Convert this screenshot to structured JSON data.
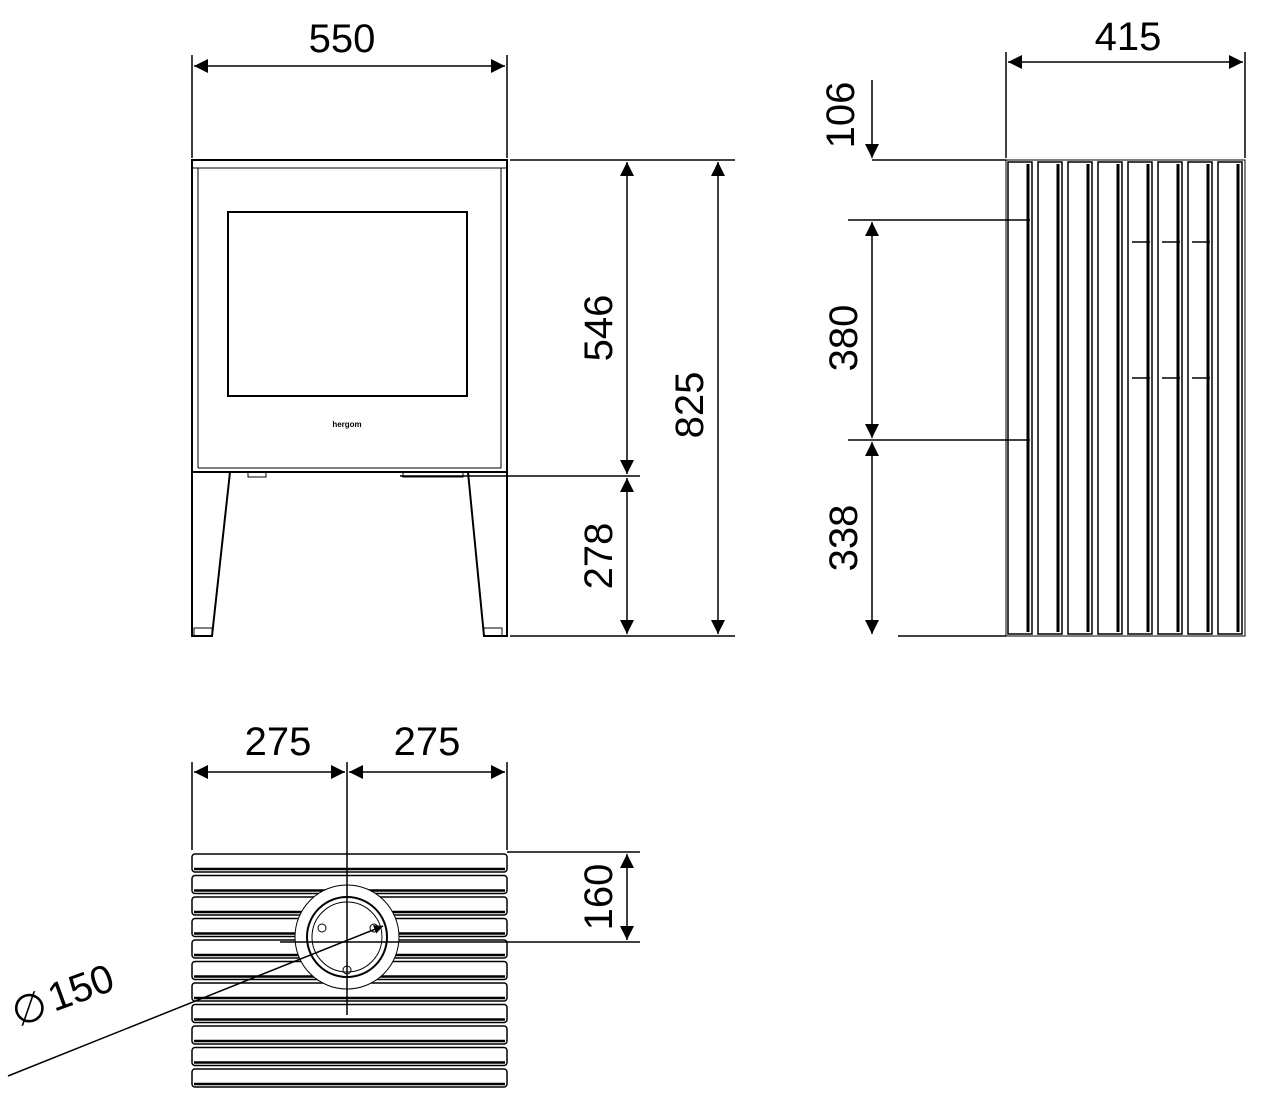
{
  "front_view": {
    "width_label": "550",
    "body_height_label": "546",
    "leg_height_label": "278",
    "total_height_label": "825",
    "logo_text": "hergom"
  },
  "side_view": {
    "depth_label": "415",
    "top_offset_label": "106",
    "middle_label": "380",
    "bottom_label": "338"
  },
  "top_view": {
    "left_half_label": "275",
    "right_half_label": "275",
    "flue_offset_label": "160",
    "flue_diameter_symbol": "∅",
    "flue_diameter_label": "150"
  },
  "colors": {
    "line": "#000000",
    "background": "#ffffff"
  }
}
